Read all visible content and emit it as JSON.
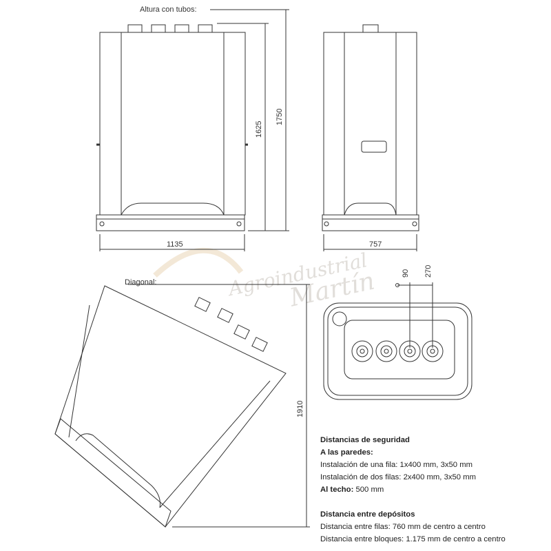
{
  "watermark": {
    "line1": "Agroindustrial",
    "line2": "Martín"
  },
  "front_view": {
    "height_label": "Altura con tubos:",
    "width": "1135",
    "height_body": "1625",
    "height_total": "1750"
  },
  "side_view": {
    "width": "757"
  },
  "top_view": {
    "dim_a": "90",
    "dim_b": "270"
  },
  "diagonal_view": {
    "label": "Diagonal:",
    "diagonal": "1910"
  },
  "notes": {
    "title_safety": "Distancias de seguridad",
    "walls_label": "A las paredes:",
    "one_row": "Instalación de una fila: 1x400 mm, 3x50 mm",
    "two_rows": "Instalación de dos filas: 2x400 mm, 3x50 mm",
    "ceiling_label": "Al techo:",
    "ceiling_value": " 500 mm",
    "title_between": "Distancia entre depósitos",
    "between_rows": "Distancia entre filas: 760 mm de centro a centro",
    "between_blocks": "Distancia entre bloques: 1.175 mm de centro a centro"
  }
}
